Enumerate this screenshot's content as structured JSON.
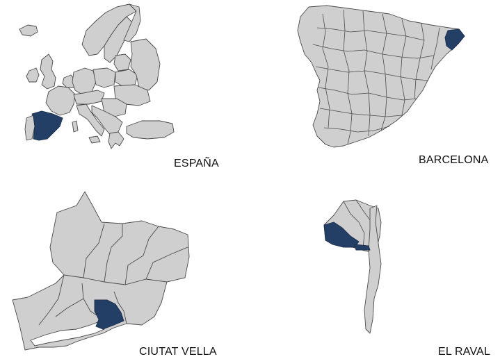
{
  "panels": {
    "europe": {
      "label": "ESPAÑA"
    },
    "spain": {
      "label": "BARCELONA"
    },
    "city": {
      "label": "CIUTAT VELLA"
    },
    "district": {
      "label": "EL RAVAL"
    }
  },
  "colors": {
    "highlight": "#243f66",
    "region_fill": "#cfcfcf",
    "border": "#4a4a4a"
  }
}
